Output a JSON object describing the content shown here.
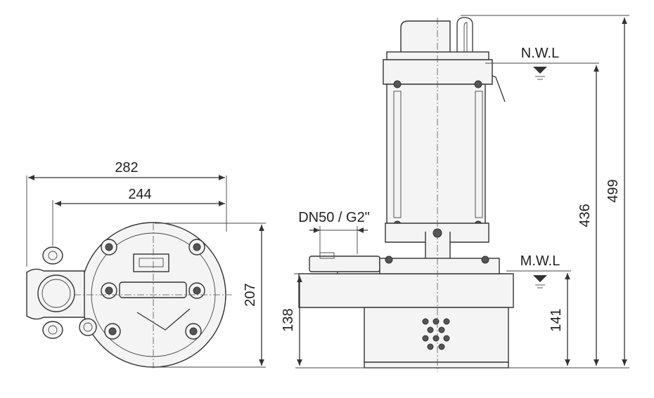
{
  "dimensions": {
    "overall_width": "282",
    "flange_width": "244",
    "depth": "207",
    "discharge_height": "138",
    "mwl_height": "141",
    "nwl_height": "436",
    "overall_height": "499"
  },
  "labels": {
    "discharge": "DN50 / G2\"",
    "nwl": "N.W.L",
    "mwl": "M.W.L"
  },
  "colors": {
    "line": "#333333",
    "background": "#ffffff"
  }
}
